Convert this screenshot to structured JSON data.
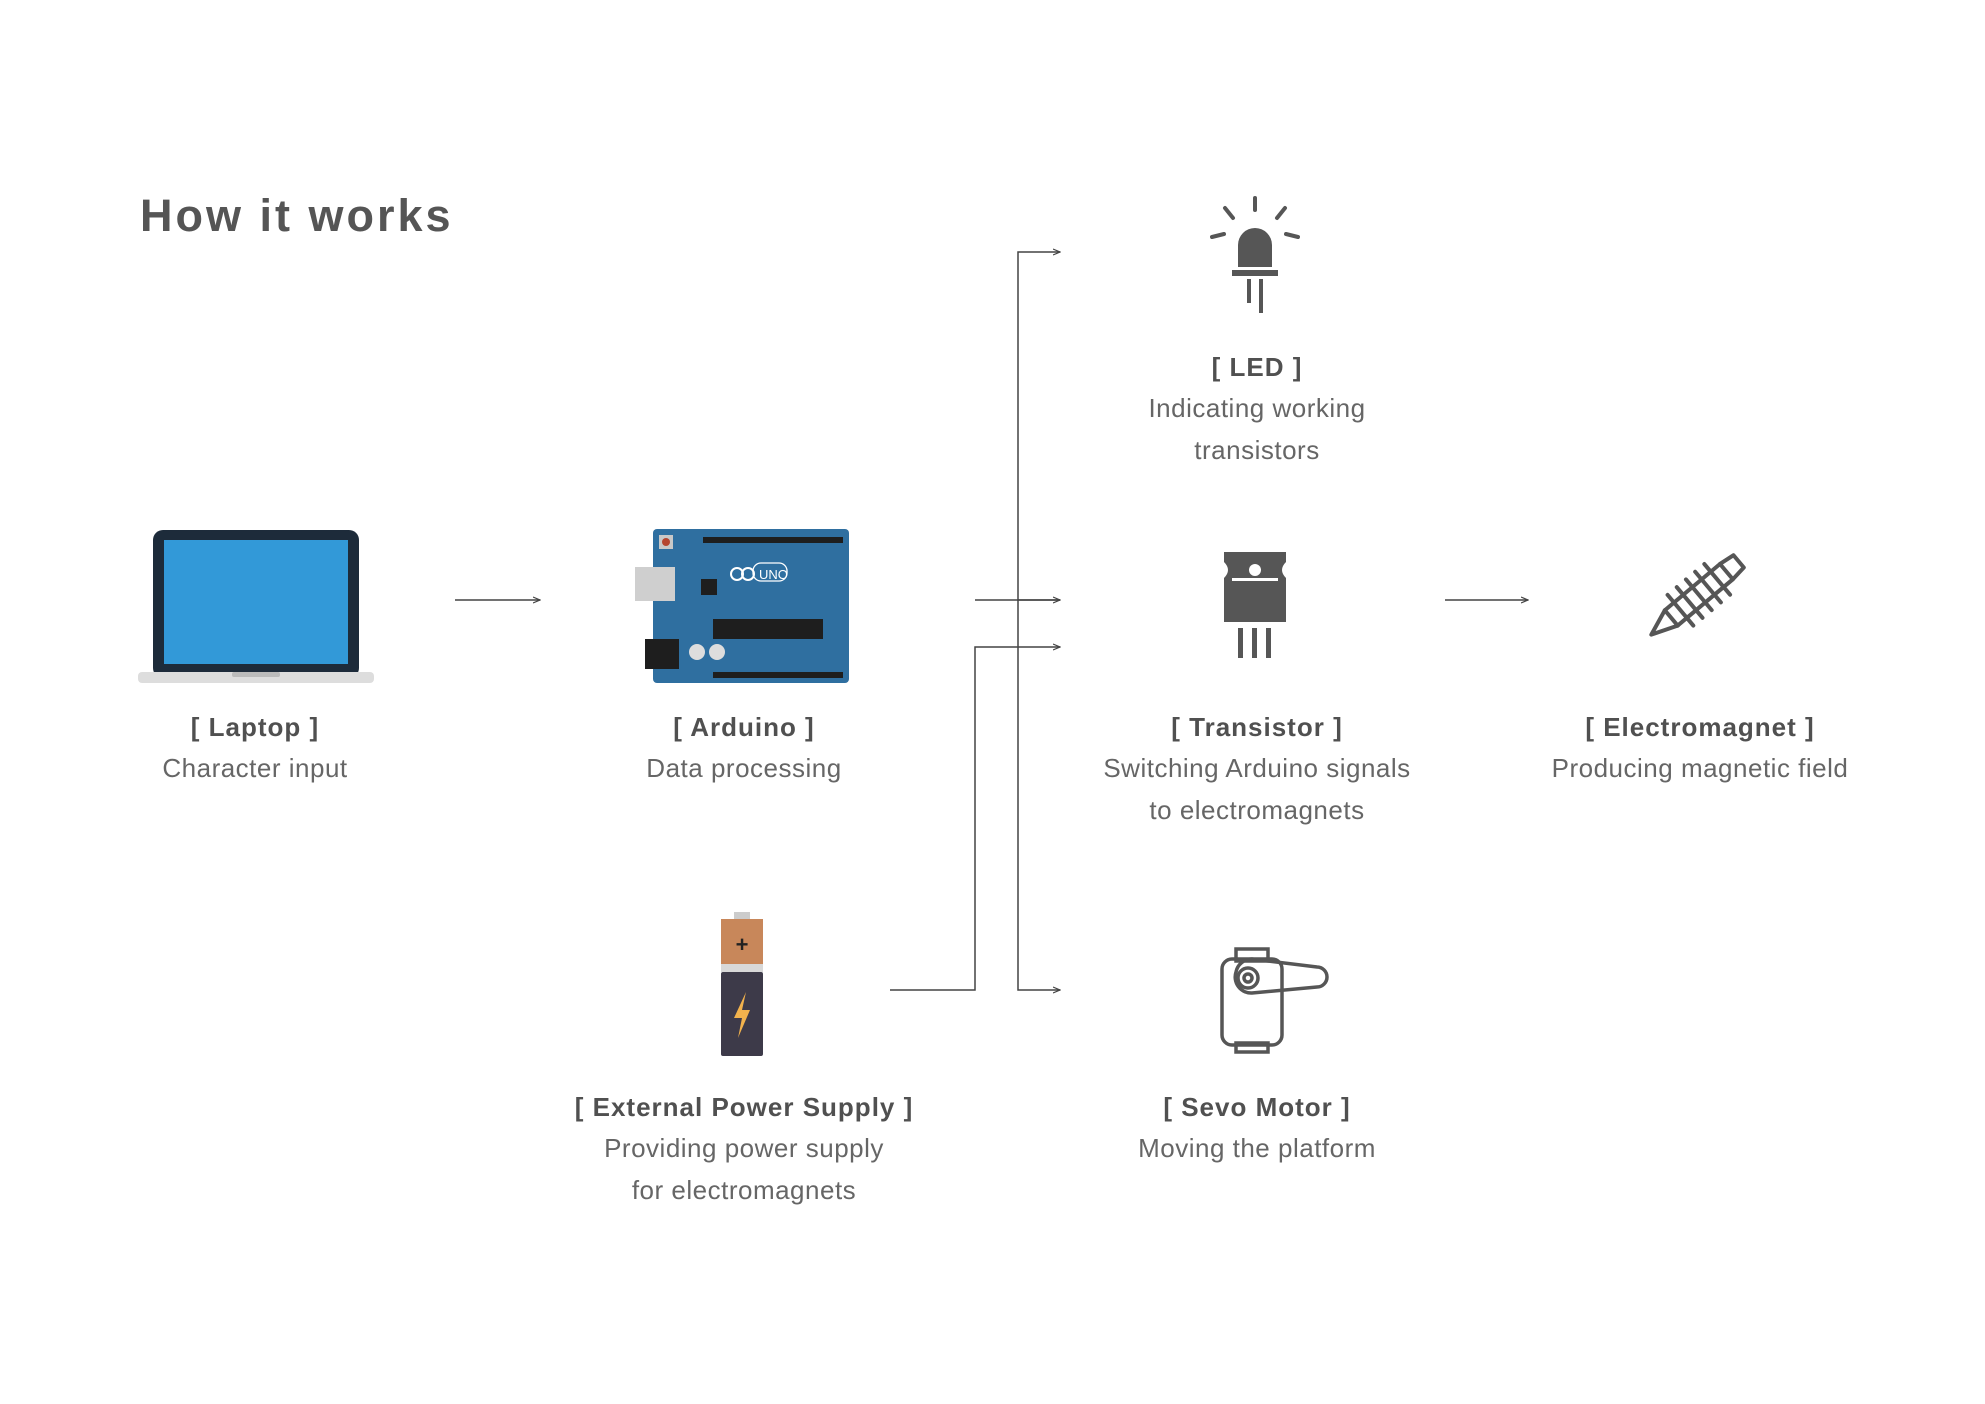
{
  "page": {
    "title": "How it works"
  },
  "colors": {
    "text": "#555555",
    "icon": "#565656",
    "line": "#444444",
    "laptop_screen": "#3299d8",
    "laptop_frame": "#1d2b3a",
    "arduino_board": "#2f6fa0",
    "battery_top": "#c8875a",
    "battery_body": "#3d3a49",
    "battery_bolt": "#f2b24d"
  },
  "nodes": {
    "laptop": {
      "title": "[ Laptop ]",
      "desc": [
        "Character input"
      ],
      "icon": "laptop-icon"
    },
    "arduino": {
      "title": "[ Arduino ]",
      "desc": [
        "Data processing"
      ],
      "icon": "arduino-board-icon",
      "board_label": "UNO"
    },
    "power": {
      "title": "[ External Power Supply ]",
      "desc": [
        "Providing power supply",
        "for electromagnets"
      ],
      "icon": "battery-icon",
      "battery_symbol": "+"
    },
    "led": {
      "title": "[ LED ]",
      "desc": [
        "Indicating working",
        "transistors"
      ],
      "icon": "led-icon"
    },
    "transistor": {
      "title": "[ Transistor ]",
      "desc": [
        "Switching Arduino signals",
        "to electromagnets"
      ],
      "icon": "transistor-icon"
    },
    "electromagnet": {
      "title": "[ Electromagnet ]",
      "desc": [
        "Producing magnetic field"
      ],
      "icon": "electromagnet-icon"
    },
    "servo": {
      "title": "[ Sevo Motor ]",
      "desc": [
        "Moving the platform"
      ],
      "icon": "servo-motor-icon"
    }
  }
}
